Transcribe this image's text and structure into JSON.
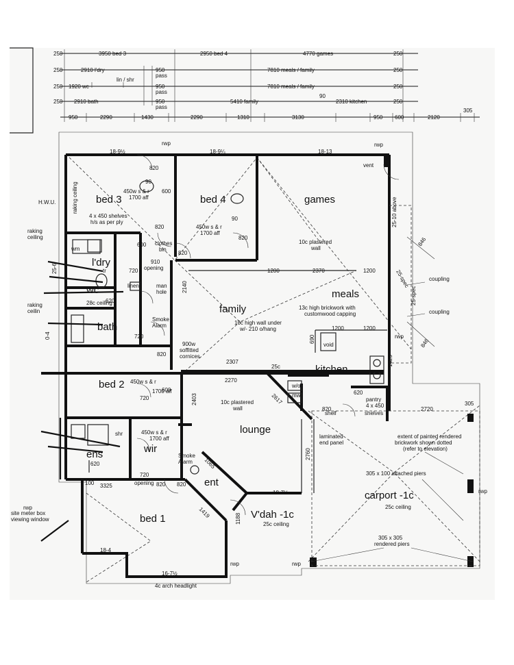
{
  "rooms": {
    "bed3": "bed 3",
    "bed4": "bed 4",
    "games": "games",
    "family": "family",
    "meals": "meals",
    "kitchen": "kitchen",
    "bed2": "bed 2",
    "lounge": "lounge",
    "bed1": "bed 1",
    "carport": "carport -1c",
    "vdah": "V'dah -1c",
    "ldry": "l'dry",
    "wc": "wc",
    "bath": "bath",
    "ens": "ens",
    "wir": "wir",
    "ent": "ent"
  },
  "notes": {
    "hwu": "H.W.U.",
    "raking1": "raking ceiling",
    "raking2": "raking",
    "raking2b": "ceiling",
    "raking3": "raking",
    "raking3b": "ceilin",
    "shelves_bed3_a": "450w s & r",
    "shelves_bed3_b": "1700 aff",
    "shelves4_a": "4 x 450 shelves",
    "shelves4_b": "h/s as per ply",
    "shelves_bed4_a": "450w s & r",
    "shelves_bed4_b": "1700 aff",
    "clothes": "clothes",
    "clothes_b": "bin",
    "opening": "910",
    "opening_b": "opening",
    "linen": "linen",
    "manhole": "man",
    "manhole_b": "hole",
    "wc_ceiling": "28c ceiling",
    "smoke": "Smoke",
    "smoke_b": "Alarm",
    "soffit_a": "900w",
    "soffit_b": "soffitted",
    "soffit_c": "cornices",
    "plastered_wall_a": "10c plastered",
    "plastered_wall_b": "wall",
    "brickwork_a": "13c high brickwork with",
    "brickwork_b": "customwood capping",
    "high_wall_a": "10c high wall under",
    "high_wall_b": "w/- 210 o/hang",
    "coupling1": "coupling",
    "coupling2": "coupling",
    "vent": "vent",
    "rwp1": "rwp",
    "rwp2": "rwp",
    "rwp3": "rwp",
    "rwp4": "rwp",
    "rwp5": "rwp",
    "rwp6": "rwp",
    "rwp7": "rwp",
    "void": "void",
    "wo": "w/o",
    "mw": "mw",
    "pantry_a": "pantry",
    "pantry_b": "4 x 450",
    "pantry_c": "shelves",
    "lounge_wall_a": "10c plastered",
    "lounge_wall_b": "wall",
    "laminated_a": "laminated",
    "laminated_b": "end panel",
    "painted_a": "extent of painted rendered",
    "painted_b": "brickwork shown dotted",
    "painted_c": "(refer to elevation)",
    "piers_a": "305 x 100 attached piers",
    "carport_ceiling": "25c ceiling",
    "piers_b": "305 x 305",
    "piers_c": "rendered piers",
    "vdah_ceiling": "25c ceiling",
    "shelves_bed2_a": "450w s & r",
    "shelves_bed2_b": "1700 aff",
    "shelves_wir_a": "450w s & r",
    "shelves_wir_b": "1700 aff",
    "opening2": "720",
    "opening2_b": "opening",
    "meter_a": "site meter box",
    "meter_b": "viewing window",
    "arch": "4c arch headlight",
    "shr": "shr",
    "wm": "wm",
    "tr": "tr",
    "shelf_label": "shelf"
  },
  "dims_top": {
    "r1": [
      "3950 bed 3",
      "2950 bed 4",
      "4770 games"
    ],
    "r2": [
      "2910 l'dry",
      "950",
      "pass",
      "7810 meals / family"
    ],
    "r3": [
      "1920 wc",
      "lin / shr",
      "950",
      "pass",
      "7810 meals / family"
    ],
    "r4": [
      "2910 bath",
      "950",
      "pass",
      "5410 family",
      "90",
      "2310 kitchen"
    ],
    "r5": [
      "950",
      "2290",
      "1430",
      "2290",
      "1310",
      "3130",
      "950",
      "600",
      "2120",
      "305"
    ],
    "side250": "250",
    "side90": "90",
    "side600": "600"
  },
  "dims_inner": {
    "b3top": "18-9½",
    "b4top": "18-9¼",
    "gtop": "18-13",
    "d820a": "820",
    "d820b": "820",
    "d820c": "820",
    "d820d": "820",
    "d820e": "820",
    "d820f": "820",
    "d820g": "820",
    "d820h": "820",
    "d620a": "620",
    "d620b": "620",
    "d620c": "620",
    "d600a": "600",
    "d600b": "600",
    "d600c": "600",
    "d720a": "720",
    "d720b": "720",
    "d720c": "720",
    "d90a": "90",
    "d90b": "90",
    "d1200a": "1200",
    "d1200b": "1200",
    "d1200c": "1200",
    "d1200d": "1200",
    "d2370": "2370",
    "d2140": "2140",
    "d2307": "2307",
    "d2270": "2270",
    "d2403": "2403",
    "d2617": "2617",
    "d2760": "2760",
    "d3325": "3325",
    "d1065": "1065",
    "d1419": "1419",
    "d1188": "1188",
    "d2720": "2720",
    "d305": "305",
    "d100": "100",
    "d690": "690",
    "d18_7a": "18-7½",
    "d18_4": "18-4",
    "d16_7": "16-7½",
    "d25_10": "25-10 above",
    "d25_spec1": "25-spec",
    "d25_spec2": "25-spec",
    "d25_6": "25-6",
    "d0_4": "0-4",
    "d846a": "846",
    "d846b": "846",
    "d1425": "1425",
    "d25c": "25c"
  }
}
